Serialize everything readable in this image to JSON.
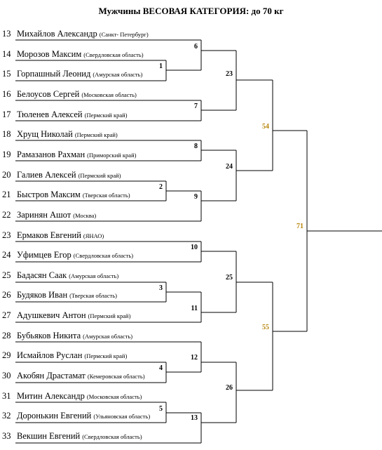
{
  "title": "Мужчины ВЕСОВАЯ КАТЕГОРИЯ: до 70 кг",
  "accent_color": "#b8860b",
  "athletes": [
    {
      "num": "13",
      "name": "Михайлов Александр",
      "region": "(Санкт- Петербург)"
    },
    {
      "num": "14",
      "name": "Морозов Максим",
      "region": "(Свердловская область)"
    },
    {
      "num": "15",
      "name": "Горпашный Леонид",
      "region": "(Амурская область)"
    },
    {
      "num": "16",
      "name": "Белоусов Сергей",
      "region": "(Московская область)"
    },
    {
      "num": "17",
      "name": "Тюленев Алексей",
      "region": "(Пермский край)"
    },
    {
      "num": "18",
      "name": "Хрущ Николай",
      "region": "(Пермский край)"
    },
    {
      "num": "19",
      "name": "Рамазанов Рахман",
      "region": "(Приморский край)"
    },
    {
      "num": "20",
      "name": "Галиев Алексей",
      "region": "(Пермский край)"
    },
    {
      "num": "21",
      "name": "Быстров Максим",
      "region": "(Тверская область)"
    },
    {
      "num": "22",
      "name": "Заринян Ашот",
      "region": "(Москва)"
    },
    {
      "num": "23",
      "name": "Ермаков Евгений",
      "region": "(ЯНАО)"
    },
    {
      "num": "24",
      "name": "Уфимцев Егор",
      "region": "(Свердловская область)"
    },
    {
      "num": "25",
      "name": "Бадасян Саак",
      "region": "(Амурская область)"
    },
    {
      "num": "26",
      "name": "Будяков Иван",
      "region": "(Тверская область)"
    },
    {
      "num": "27",
      "name": "Адушкевич Антон",
      "region": "(Пермский край)"
    },
    {
      "num": "28",
      "name": "Бубьяков Никита",
      "region": "(Амурская область)"
    },
    {
      "num": "29",
      "name": "Исмайлов Руслан",
      "region": "(Пермский край)"
    },
    {
      "num": "30",
      "name": "Акобян Драстамат",
      "region": "(Кемеровская область)"
    },
    {
      "num": "31",
      "name": "Митин Александр",
      "region": "(Московская область)"
    },
    {
      "num": "32",
      "name": "Доронькин Евгений",
      "region": "(Ульяновская область)"
    },
    {
      "num": "33",
      "name": "Векшин Евгений",
      "region": "(Свердловская область)"
    }
  ],
  "matches": {
    "m1": "1",
    "m2": "2",
    "m3": "3",
    "m4": "4",
    "m5": "5",
    "m6": "6",
    "m7": "7",
    "m8": "8",
    "m9": "9",
    "m10": "10",
    "m11": "11",
    "m12": "12",
    "m13": "13",
    "m23": "23",
    "m24": "24",
    "m25": "25",
    "m26": "26",
    "m54": "54",
    "m55": "55",
    "m71": "71"
  }
}
